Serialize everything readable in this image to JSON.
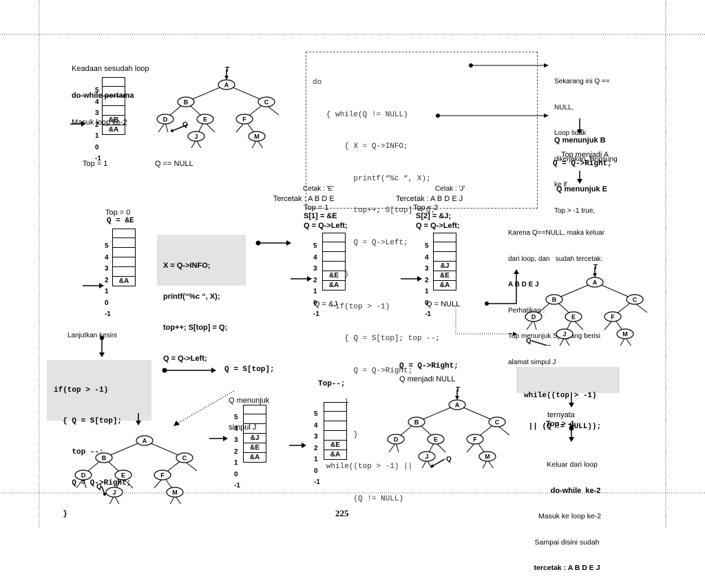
{
  "page_number": "225",
  "panel1": {
    "caption": [
      "Keadaan sesudah loop",
      "do-while pertama",
      "Masuk loop ke-2"
    ],
    "stack_indices": [
      "5",
      "4",
      "3",
      "2",
      "1",
      "0",
      "-1"
    ],
    "stack_items": [
      "&B",
      "&A"
    ],
    "top_label": "Top = 1",
    "q_label": "Q == NULL"
  },
  "code_box": {
    "lines": [
      "do",
      "   { while(Q != NULL)",
      "       { X = Q->INFO;",
      "         printf(“%c “, X);",
      "         top++; S[top] = Q;",
      "         Q = Q->Left;",
      "       }",
      "     if(top > -1)",
      "       { Q = S[top]; top --;",
      "         Q = Q->Right;",
      "       }",
      "         }",
      "   while((top > -1) ||",
      "         (Q != NULL)"
    ]
  },
  "right_note": {
    "lines": [
      "Sekarang ini Q ==",
      "NULL,",
      "Loop tidak",
      "dikerjakan, langsung",
      "ke if",
      "Top > -1 true,"
    ],
    "q_b": "Q menunjuk B",
    "top_a": "Top menjadi A",
    "q_right": "Q = Q->Right;",
    "q_e": "Q menunjuk E"
  },
  "row2_left": {
    "top": "Top = 0",
    "q": "Q = &E",
    "stack_items": [
      "&A"
    ]
  },
  "gray_code": [
    "X = Q->INFO;",
    "printf(“%c “, X);",
    "top++; S[top] = Q;",
    "Q = Q->Left;"
  ],
  "row2_mid": {
    "cetak": "Cetak : 'E'",
    "tercetak": "Tercetak : A B D E",
    "top": "Top = 1",
    "s": "S[1] = &E",
    "q": "Q = Q->Left;",
    "stack_items": [
      "&E",
      "&A"
    ],
    "q_bottom": "Q = &J"
  },
  "row2_right": {
    "cetak": "Cetak : 'J'",
    "tercetak": "Tercetak : A B D E J",
    "top": "Top = 2",
    "s": "S[2] = &J;",
    "q": "Q = Q->Left;",
    "stack_items": [
      "&J",
      "&E",
      "&A"
    ],
    "q_bottom": "Q = NULL"
  },
  "karena_note": {
    "lines": [
      "Karena Q==NULL, maka keluar",
      "dari loop, dan   sudah tercetak:",
      "A B D E J",
      "Perhatikan :",
      "Top menunjuk S[2] yang berisi",
      "alamat simpul J"
    ]
  },
  "lanjutkan": "Lanjutkan kesini",
  "if_code": [
    "if(top > -1)",
    "  { Q = S[top];",
    "    top --;",
    "    Q = Q->Right;",
    "  }"
  ],
  "row3": {
    "q_stop": "Q = S[top];",
    "q_menunjuk": [
      "Q menunjuk",
      "simpul J"
    ],
    "stack_items": [
      "&J",
      "&E",
      "&A"
    ],
    "top_dec": "Top--;",
    "stack2_items": [
      "&E",
      "&A"
    ],
    "q_right": "Q = Q->Right;",
    "q_null": "Q menjadi NULL"
  },
  "while_box": [
    "while((top > -1)",
    " || (Q != NULL));"
  ],
  "final_note": {
    "ternyata": "ternyata",
    "top_cond": "Top > -1",
    "lines": [
      "Keluar dari loop",
      "do-while  ke-2",
      "Masuk ke loop ke-2",
      "Sampai disini sudah",
      "tercetak : A B D E J"
    ]
  },
  "tree_nodes": [
    "A",
    "B",
    "C",
    "D",
    "E",
    "F",
    "J",
    "M"
  ],
  "tree_markers": {
    "top": "T",
    "q": "Q"
  }
}
